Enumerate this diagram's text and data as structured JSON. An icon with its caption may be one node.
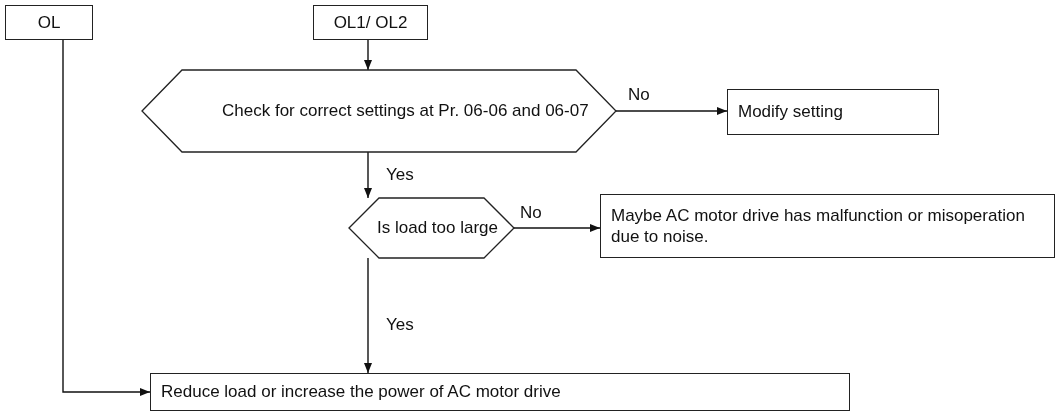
{
  "diagram": {
    "nodes": [
      {
        "text": [
          "OL"
        ]
      },
      {
        "text": [
          "OL1/ OL2"
        ]
      },
      {
        "text": [
          "Check for correct settings at Pr. 06-06 and 06-07"
        ]
      },
      {
        "text": [
          "Modify setting"
        ]
      },
      {
        "text": [
          "Is load too large"
        ]
      },
      {
        "text": [
          "Maybe AC motor drive has malfunction or misoperation due to noise."
        ]
      },
      {
        "text": [
          "Reduce load or increase the power of AC motor drive"
        ]
      }
    ],
    "edges": [
      {
        "from": 1,
        "to": 2,
        "arrow": "to"
      },
      {
        "from": 2,
        "to": 3,
        "arrow": "to",
        "label": "No"
      },
      {
        "from": 2,
        "to": 4,
        "arrow": "to",
        "label": "Yes"
      },
      {
        "from": 4,
        "to": 5,
        "arrow": "to",
        "label": "No"
      },
      {
        "from": 4,
        "to": 6,
        "arrow": "to",
        "label": "Yes"
      },
      {
        "from": 0,
        "to": 6,
        "arrow": "to"
      }
    ]
  }
}
